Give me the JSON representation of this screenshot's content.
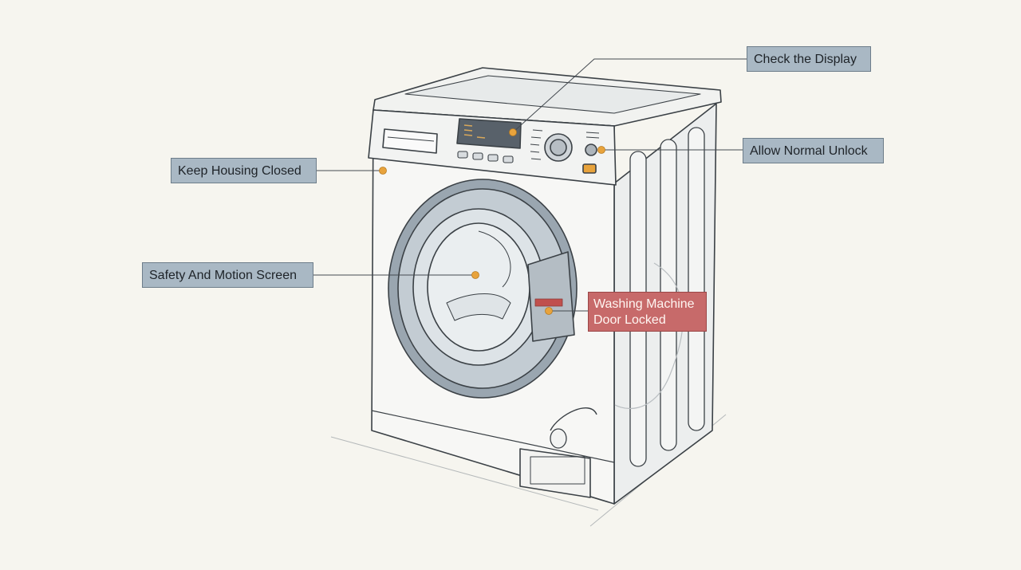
{
  "callouts": {
    "check_display": "Check the Display",
    "allow_unlock": "Allow Normal Unlock",
    "keep_housing": "Keep Housing Closed",
    "safety_screen": "Safety And Motion Screen",
    "door_locked": "Washing Machine\nDoor Locked"
  },
  "colors": {
    "background": "#f6f5ef",
    "callout_fill": "#a9b8c4",
    "alert_fill": "#c76a6a",
    "marker": "#e8a33c",
    "line": "#444a50"
  }
}
